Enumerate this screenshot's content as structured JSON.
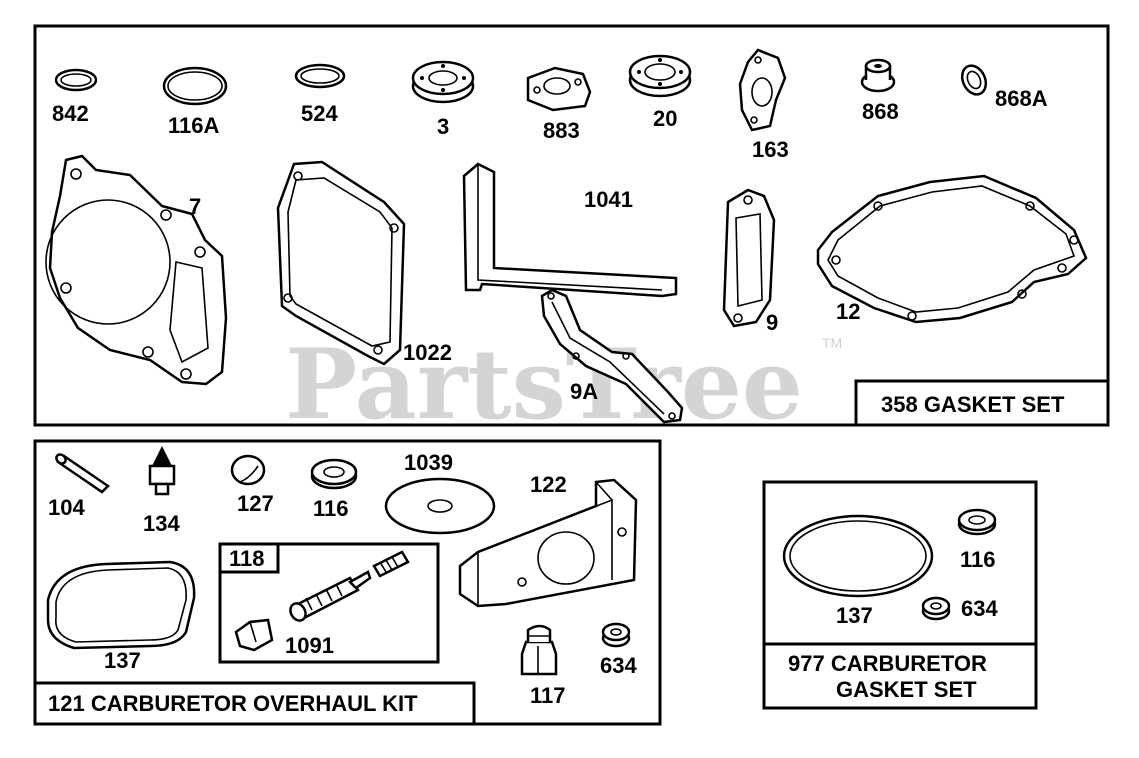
{
  "watermark": {
    "text": "PartsTree",
    "trademark": "TM"
  },
  "kits": [
    {
      "id": "gasket",
      "title": "358 GASKET SET"
    },
    {
      "id": "carb-overhaul",
      "title": "121 CARBURETOR OVERHAUL KIT"
    },
    {
      "id": "carb-gasket",
      "title_line1": "977 CARBURETOR",
      "title_line2": "GASKET SET"
    }
  ],
  "subkit": {
    "label": "118"
  },
  "labels": {
    "p842": "842",
    "p116A": "116A",
    "p524": "524",
    "p3": "3",
    "p883": "883",
    "p20": "20",
    "p163": "163",
    "p868": "868",
    "p868A": "868A",
    "p7": "7",
    "p1022": "1022",
    "p1041": "1041",
    "p9A": "9A",
    "p9": "9",
    "p12": "12",
    "p104": "104",
    "p134": "134",
    "p127": "127",
    "p116a": "116",
    "p1039": "1039",
    "p122": "122",
    "p137a": "137",
    "p1091": "1091",
    "p117": "117",
    "p634a": "634",
    "p137b": "137",
    "p116b": "116",
    "p634b": "634"
  }
}
